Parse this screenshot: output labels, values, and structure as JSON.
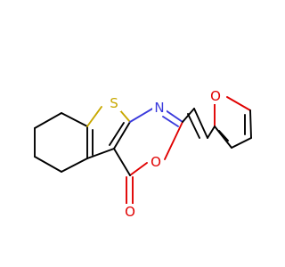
{
  "molecule": {
    "atoms": {
      "s1": {
        "symbol": "S",
        "color": "#c8a800"
      },
      "n1": {
        "symbol": "N",
        "color": "#3a3adc"
      },
      "o_ring": {
        "symbol": "O",
        "color": "#e00000"
      },
      "o_carbonyl": {
        "symbol": "O",
        "color": "#e00000"
      },
      "o_furan": {
        "symbol": "O",
        "color": "#e00000"
      }
    },
    "colors": {
      "bond": "#000000",
      "sulfur": "#c8a800",
      "nitrogen": "#3a3adc",
      "oxygen": "#e00000",
      "background": "#ffffff"
    }
  }
}
